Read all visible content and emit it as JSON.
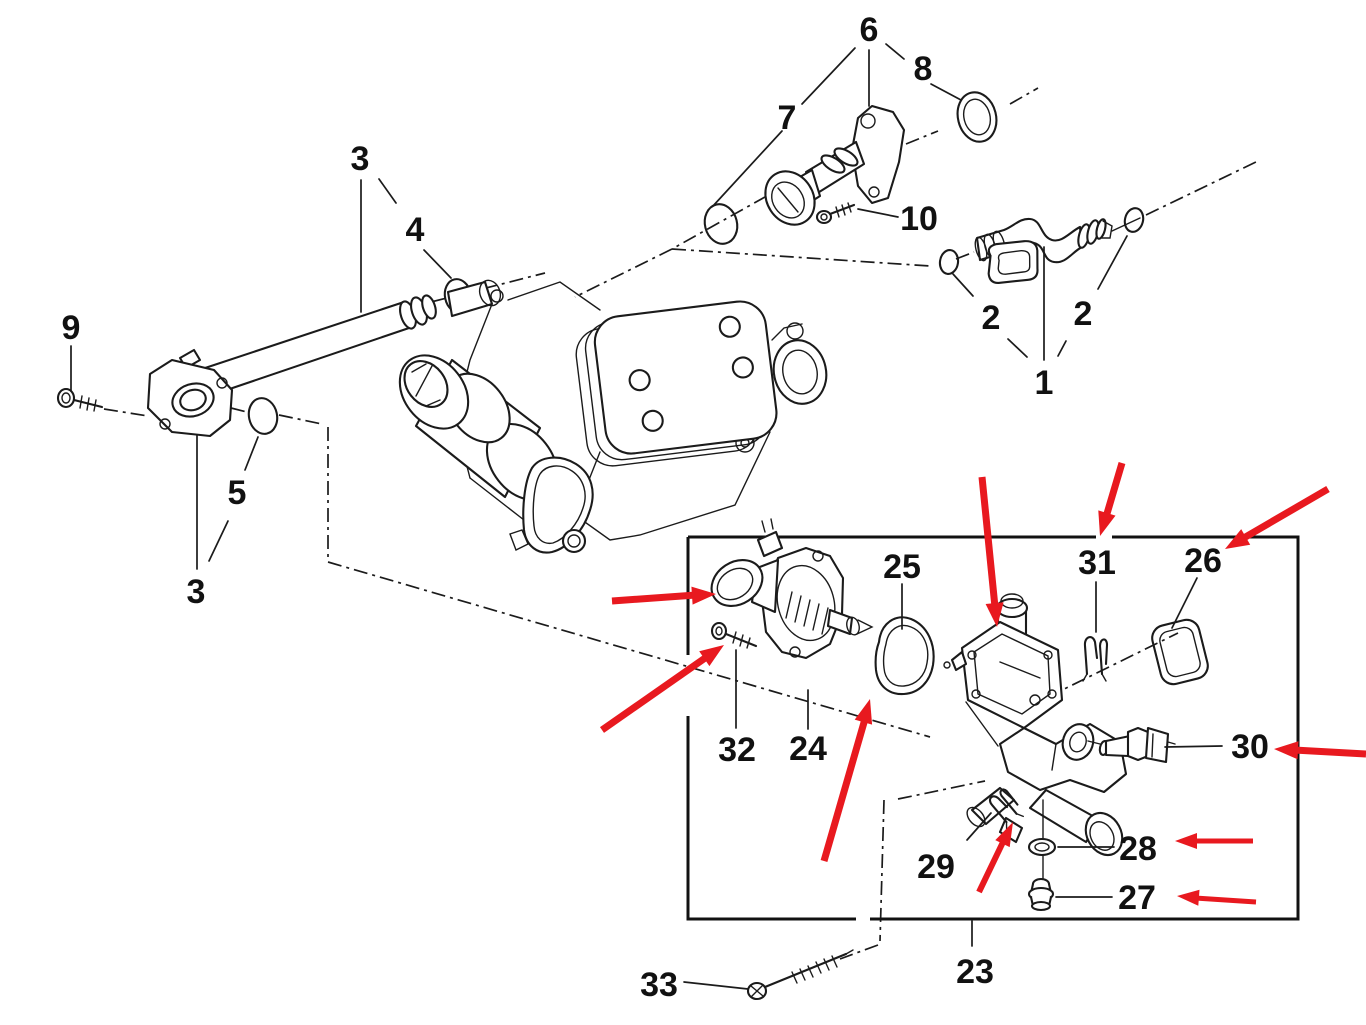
{
  "figure": {
    "type": "exploded-parts-diagram",
    "background_color": "#ffffff",
    "line_color": "#1b1b1b",
    "arrow_color": "#e8191f",
    "red_arrow_count": 10,
    "callouts": {
      "c1": "1",
      "c2_left": "2",
      "c2_right": "2",
      "c3_top": "3",
      "c3_bottom": "3",
      "c4": "4",
      "c5": "5",
      "c6": "6",
      "c7": "7",
      "c8": "8",
      "c9": "9",
      "c10": "10",
      "c23": "23",
      "c24": "24",
      "c25": "25",
      "c26": "26",
      "c27": "27",
      "c28": "28",
      "c29": "29",
      "c30": "30",
      "c31": "31",
      "c32": "32",
      "c33": "33"
    }
  }
}
